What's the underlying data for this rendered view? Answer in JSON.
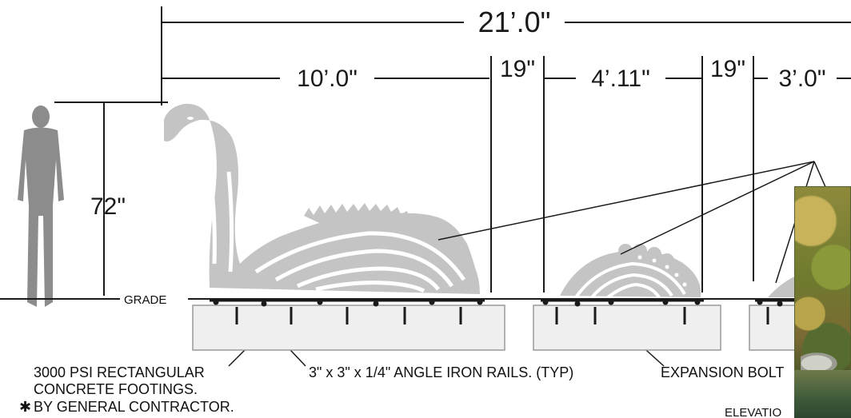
{
  "dimensions": {
    "overall": "21’.0\"",
    "seg_body": "10’.0\"",
    "gap_1": "19\"",
    "seg_hump": "4’.11\"",
    "gap_2": "19\"",
    "seg_tail": "3’.0\"",
    "height": "72\""
  },
  "labels": {
    "grade": "GRADE",
    "footings_line1": "3000 PSI RECTANGULAR",
    "footings_line2": "CONCRETE FOOTINGS.",
    "footings_line3": "BY GENERAL CONTRACTOR.",
    "footings_marker": "✱",
    "rails": "3\" x 3\" x 1/4\" ANGLE IRON RAILS. (TYP)",
    "expansion": "EXPANSION BOLT",
    "elevation": "ELEVATIO"
  },
  "colors": {
    "sculpture": "#c4c4c4",
    "person": "#8c8c8c",
    "footing_fill": "#efefef",
    "footing_stroke": "#9a9a9a",
    "line": "#1a1a1a"
  },
  "icons": {
    "person": "human-silhouette-icon",
    "photo": "lake-photo-thumbnail"
  }
}
